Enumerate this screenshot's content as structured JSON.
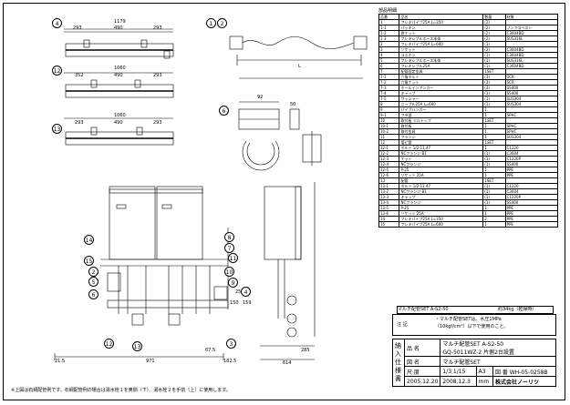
{
  "parts_table": {
    "title": "部品明細",
    "header": [
      "品番",
      "品名",
      "数量",
      "材質"
    ],
    "rows": [
      [
        "1",
        "フレキパイプ25A L=350",
        "(2)",
        ""
      ],
      [
        "1-1",
        "パッキン",
        "(2)",
        "ノンアスベスト"
      ],
      [
        "1-2",
        "袋ナット",
        "(2)",
        "C3604BD"
      ],
      [
        "1-3",
        "フレキシブルホース本体",
        "(2)",
        "SUS316L"
      ],
      [
        "2",
        "フレキパイプ25A L=600",
        "(1)",
        ""
      ],
      [
        "3",
        "ソケット",
        "(2)",
        "C3604BD"
      ],
      [
        "4",
        "ユニオン",
        "(1)",
        "C3604BD"
      ],
      [
        "5",
        "フレキシブルホース本体",
        "(1)",
        "SUS316L"
      ],
      [
        "6",
        "フレキシブル25A",
        "(1)",
        "C3604BD"
      ],
      [
        "7",
        "配管固定金具",
        "1SET",
        ""
      ],
      [
        "7-1",
        "六角ボルト",
        "(3)",
        "SCR"
      ],
      [
        "7-2",
        "六角ナット",
        "(3)",
        "SCR"
      ],
      [
        "7-3",
        "ホールインアンカー",
        "(3)",
        "SS400"
      ],
      [
        "7-4",
        "キャップ",
        "(1)",
        "SS400"
      ],
      [
        "7-5",
        "ワッシャー",
        "(1)",
        "SUS304"
      ],
      [
        "8",
        "ニップル25A L=600",
        "(1)",
        "SUS304"
      ],
      [
        "9",
        "パイプハンガー",
        "1",
        ""
      ],
      [
        "9-1",
        "フタ部",
        "1",
        "SPHC"
      ],
      [
        "10",
        "取付板 ミルトップ",
        "1SET",
        ""
      ],
      [
        "10-1",
        "取付板",
        "1",
        "SPHC"
      ],
      [
        "10-2",
        "取付金具",
        "1",
        "SPHC"
      ],
      [
        "11",
        "フランジ",
        "1",
        "SUS304"
      ],
      [
        "12",
        "塩ビ管",
        "1SET",
        ""
      ],
      [
        "12-1",
        "ボルト 1/2-11.47",
        "1",
        "C1220"
      ],
      [
        "12-2",
        "NCフランジ B1",
        "(1)",
        "C3604"
      ],
      [
        "12-3",
        "ナット",
        "(1)",
        "C1220P"
      ],
      [
        "12-4",
        "NCフランジ",
        "(1)",
        "SS400"
      ],
      [
        "12-5",
        "P-25",
        "1",
        "PPE"
      ],
      [
        "12-6",
        "ソケット 25A",
        "1",
        "PPE"
      ],
      [
        "13",
        "配管",
        "1SET",
        ""
      ],
      [
        "13-1",
        "ボルト 1/2-11.47",
        "(1)",
        "C1220"
      ],
      [
        "13-2",
        "NCフランジ B1",
        "(1)",
        "C3604"
      ],
      [
        "13-3",
        "キャップ",
        "(1)",
        "C1220P"
      ],
      [
        "13-4",
        "NCフランジ",
        "(1)",
        "SS400"
      ],
      [
        "13-5",
        "P-25",
        "1",
        "PPE"
      ],
      [
        "13-6",
        "ソケット 25A",
        "1",
        "PPE"
      ],
      [
        "14",
        "フレキパイプ25A L=350",
        "2",
        "PPE"
      ],
      [
        "15",
        "フレキパイプ25A L=600",
        "1",
        "PPE"
      ]
    ]
  },
  "note_box": {
    "label": "注 記",
    "line1": "・マルチ配管SETは、水圧1MPa",
    "line2": "（10kgf/cm²）以下で使用のこと。"
  },
  "model_strip": {
    "left": "マルチ配管SET A-S2-50",
    "right": "約34kg（乾燥時）"
  },
  "title_block": {
    "approval": "納入仕様書",
    "name_label": "品 名",
    "name_value": "マルチ配管SET A-S2-50",
    "model_value": "GQ-5011WZ-2 片側2台設置",
    "drawing_label": "図 名",
    "drawing_value": "マルチ配管SET",
    "scale_label": "尺 度",
    "scale_value": "1/3 1/15",
    "size_value": "A3",
    "unit_value": "mm",
    "drawing_no_label": "図 番",
    "drawing_no": "WH-05-0258B",
    "date1": "2005.12.20",
    "date2": "2008.12.3",
    "company": "株式会社ノーリツ"
  },
  "dims": {
    "d1179": "1179",
    "d293": "293",
    "d490": "490",
    "d293b": "293",
    "d1060": "1060",
    "d352": "352",
    "d490b": "490",
    "d293c": "293",
    "d1060b": "1060",
    "d293d": "293",
    "d490c": "490",
    "d293e": "293",
    "dL": "L",
    "d50": "50",
    "d92": "92",
    "d67_5": "67.5",
    "d21_5": "21.5",
    "d971": "971",
    "d182_5": "182.5",
    "d285": "285",
    "d614": "614",
    "d150": "150",
    "d159": "159",
    "d250": "250"
  },
  "balloons": [
    "4",
    "1",
    "2",
    "12",
    "13",
    "6",
    "14",
    "15",
    "2",
    "5",
    "6",
    "8",
    "7",
    "11",
    "10",
    "9",
    "12",
    "13",
    "3",
    "4"
  ],
  "bottom_note": "※上図は石綱配管例です。石綱配管例の場合は湯水栓１を奥側（下）、湯水栓２を手前（上）に使用します。"
}
